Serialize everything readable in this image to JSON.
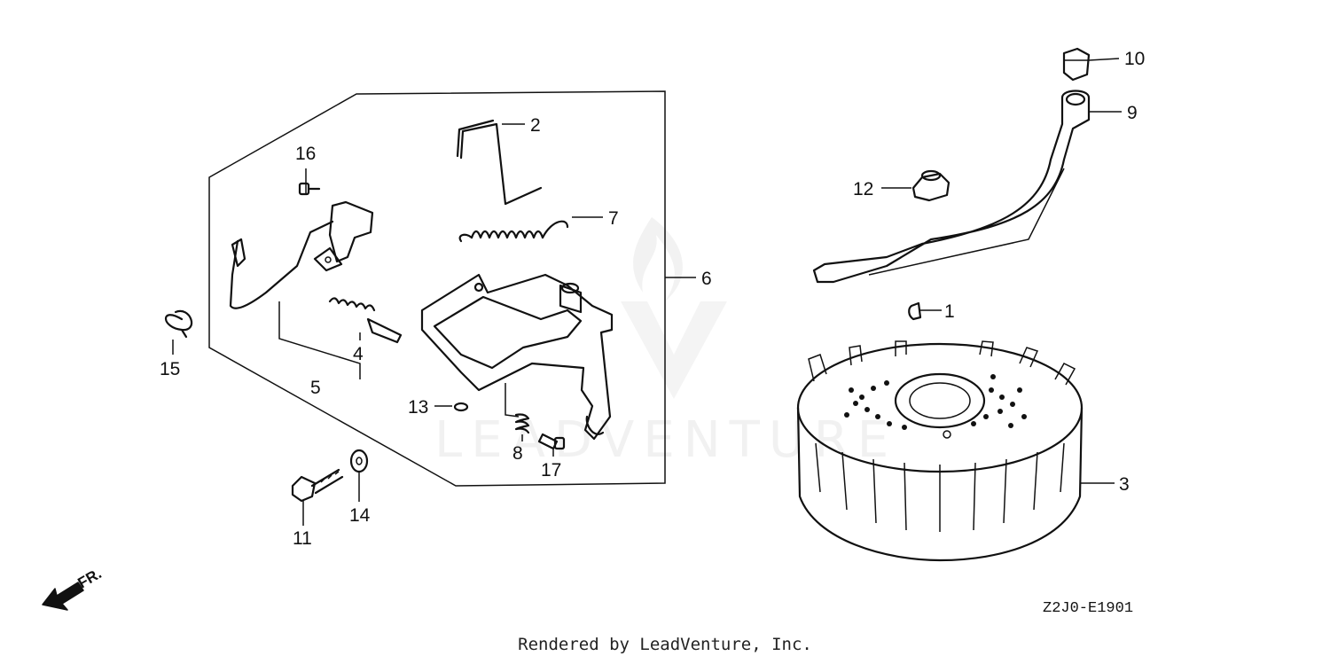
{
  "callouts": [
    "1",
    "2",
    "3",
    "4",
    "5",
    "6",
    "7",
    "8",
    "9",
    "10",
    "11",
    "12",
    "13",
    "14",
    "15",
    "16",
    "17"
  ],
  "diagram_code": "Z2J0-E1901",
  "front_label": "FR.",
  "watermark": "LEADVENTURE",
  "credit": "Rendered by LeadVenture, Inc."
}
